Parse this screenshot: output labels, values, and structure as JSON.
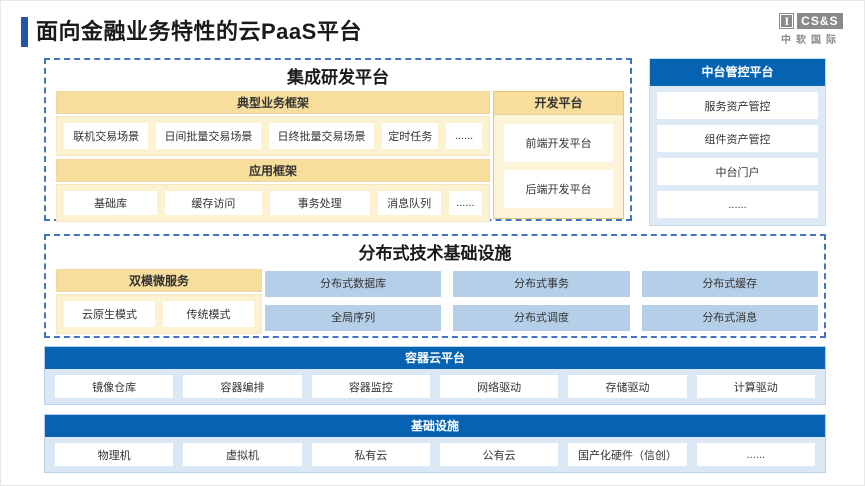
{
  "slide": {
    "title": "面向金融业务特性的云PaaS平台",
    "logo": {
      "mark_i": "I",
      "mark_text": "CS&S",
      "subtext": "中软国际"
    }
  },
  "colors": {
    "accent_blue": "#1F56A7",
    "dashed_border": "#4472C4",
    "header_blue": "#0663B2",
    "panel_blue_light": "#DAE7F4",
    "cell_blue": "#B6CFE8",
    "header_yellow": "#F8DE9C",
    "panel_yellow_light": "#FCF1D1"
  },
  "integrated_platform": {
    "title": "集成研发平台",
    "business_framework": {
      "title": "典型业务框架",
      "items": [
        "联机交易场景",
        "日间批量交易场景",
        "日终批量交易场景",
        "定时任务",
        "......"
      ]
    },
    "app_framework": {
      "title": "应用框架",
      "items": [
        "基础库",
        "缓存访问",
        "事务处理",
        "消息队列",
        "......"
      ]
    },
    "dev_platform": {
      "title": "开发平台",
      "items": [
        "前端开发平台",
        "后端开发平台"
      ]
    }
  },
  "midplatform_control": {
    "title": "中台管控平台",
    "items": [
      "服务资产管控",
      "组件资产管控",
      "中台门户",
      "......"
    ]
  },
  "distributed_infra": {
    "title": "分布式技术基础设施",
    "dual_mode": {
      "title": "双模微服务",
      "items": [
        "云原生模式",
        "传统模式"
      ]
    },
    "cells": [
      "分布式数据库",
      "分布式事务",
      "分布式缓存",
      "全局序列",
      "分布式调度",
      "分布式消息"
    ]
  },
  "container_platform": {
    "title": "容器云平台",
    "items": [
      "镜像仓库",
      "容器编排",
      "容器监控",
      "网络驱动",
      "存储驱动",
      "计算驱动"
    ]
  },
  "infrastructure": {
    "title": "基础设施",
    "items": [
      "物理机",
      "虚拟机",
      "私有云",
      "公有云",
      "国产化硬件（信创）",
      "......"
    ]
  }
}
